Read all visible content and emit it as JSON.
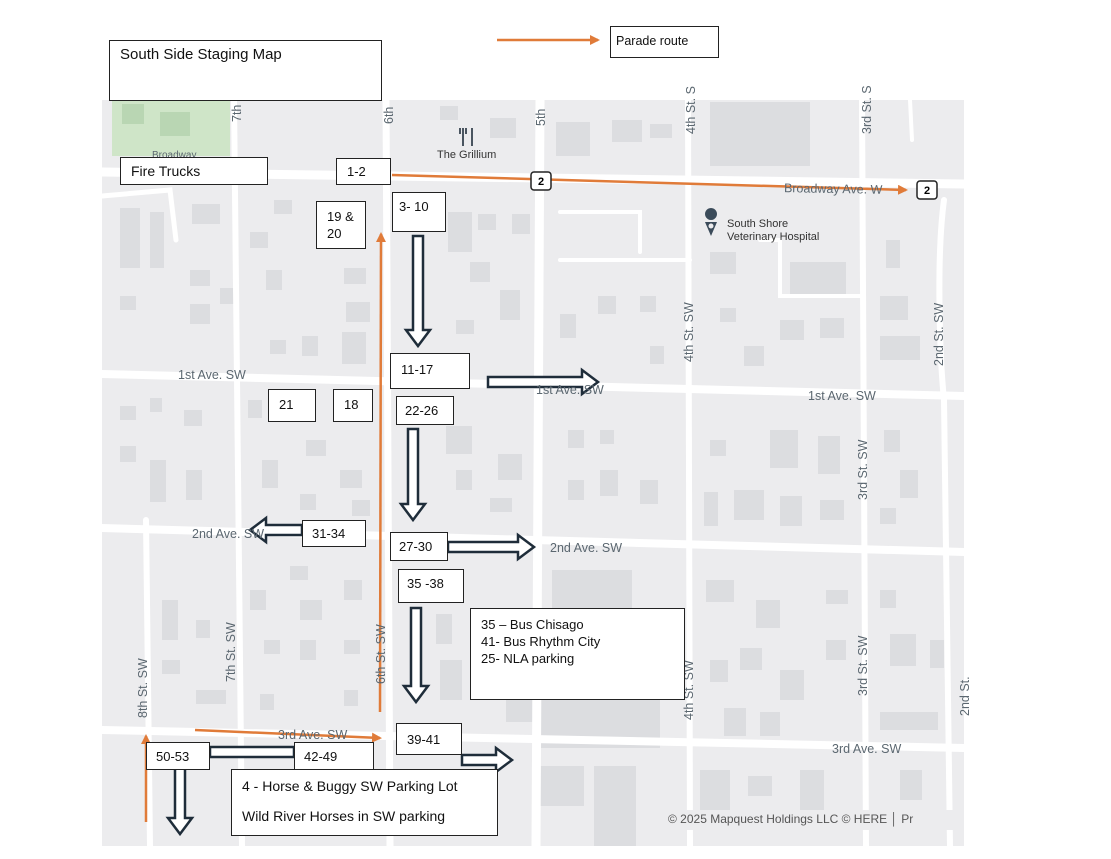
{
  "map_title": "South Side Staging Map",
  "legend": {
    "label": "Parade route",
    "color": "#e07b39"
  },
  "colors": {
    "map_bg": "#ececee",
    "major_road": "#ffffff",
    "building": "#dcdde0",
    "park": "#cfe5c8",
    "street_label": "#5b6770",
    "staging_arrow": "#1f2d3a"
  },
  "streets": {
    "broadway_north": "Broadway",
    "broadway_ave": "Broadway Ave. W",
    "first_ave_west": "1st Ave. SW",
    "first_ave_mid": "1st Ave. SW",
    "first_ave_east": "1st Ave. SW",
    "second_ave_west": "2nd Ave. SW",
    "second_ave_east": "2nd Ave. SW",
    "third_ave_west": "3rd Ave. SW",
    "third_ave_east": "3rd Ave. SW",
    "seventh_top": "7th",
    "sixth_top": "6th",
    "fifth_top": "5th",
    "fourth_top": "4th St. S",
    "third_top": "3rd St. S",
    "fourth_sw_mid": "4th St. SW",
    "fourth_sw_low": "4th St. SW",
    "third_sw_mid": "3rd St. SW",
    "third_sw_low": "3rd St. SW",
    "second_sw_upper": "2nd St. SW",
    "second_sw_lower": "2nd St.",
    "seventh_sw": "7th St. SW",
    "eighth_sw": "8th St. SW",
    "sixth_sw": "6th St. SW"
  },
  "pois": {
    "restaurant": "The Grillium",
    "vet": "South Shore Veterinary Hospital"
  },
  "route_shield": "2",
  "staging": {
    "fire_trucks": "Fire Trucks",
    "u1_2": "1-2",
    "u3_10": "3- 10",
    "u19_20_a": "19 &",
    "u19_20_b": "20",
    "u11_17": "11-17",
    "u21": "21",
    "u18": "18",
    "u22_26": "22-26",
    "u31_34": "31-34",
    "u27_30": "27-30",
    "u35_38": "35 -38",
    "u39_41": "39-41",
    "u50_53": "50-53",
    "u42_49": "42-49"
  },
  "notes": {
    "bus_lines": [
      "35 – Bus  Chisago",
      "41-   Bus  Rhythm City",
      "25-    NLA parking"
    ],
    "horse_buggy": "4 - Horse & Buggy SW Parking Lot",
    "wild_river": "Wild River Horses in SW parking"
  },
  "attribution": "© 2025 Mapquest Holdings LLC  © HERE  │  Pr"
}
